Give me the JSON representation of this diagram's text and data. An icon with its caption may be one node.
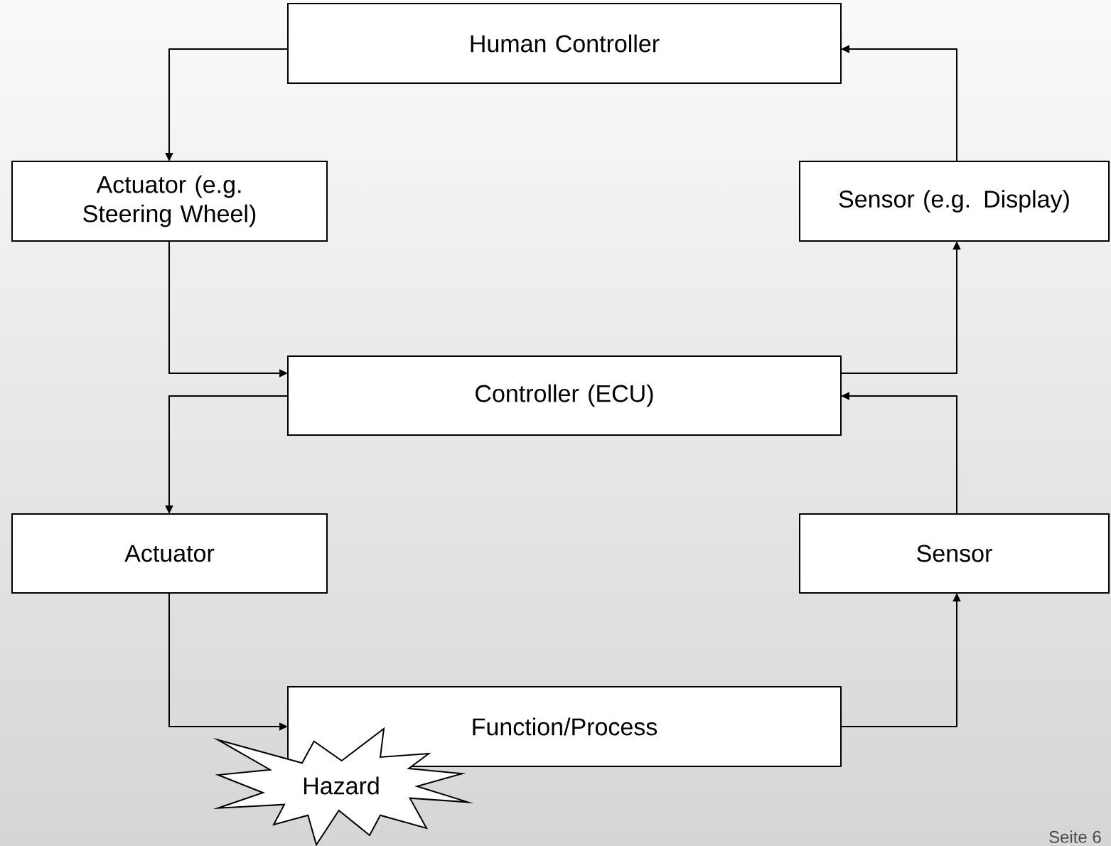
{
  "diagram": {
    "nodes": [
      {
        "text": [
          "Human Controller"
        ]
      },
      {
        "text": [
          "Actuator (e.g. Steering Wheel)"
        ]
      },
      {
        "text": [
          "Sensor (e.g. Display)"
        ]
      },
      {
        "text": [
          "Controller (ECU)"
        ]
      },
      {
        "text": [
          "Actuator"
        ]
      },
      {
        "text": [
          "Sensor"
        ]
      },
      {
        "text": [
          "Function/Process"
        ]
      },
      {
        "text": [
          "Hazard"
        ]
      }
    ],
    "edges": [
      {
        "from": 0,
        "to": 1,
        "arrow": "to"
      },
      {
        "from": 1,
        "to": 3,
        "arrow": "to"
      },
      {
        "from": 3,
        "to": 4,
        "arrow": "to"
      },
      {
        "from": 4,
        "to": 6,
        "arrow": "to"
      },
      {
        "from": 6,
        "to": 5,
        "arrow": "to"
      },
      {
        "from": 5,
        "to": 3,
        "arrow": "to"
      },
      {
        "from": 3,
        "to": 2,
        "arrow": "to"
      },
      {
        "from": 2,
        "to": 0,
        "arrow": "to"
      }
    ],
    "labels": [
      "Seite 6"
    ]
  }
}
